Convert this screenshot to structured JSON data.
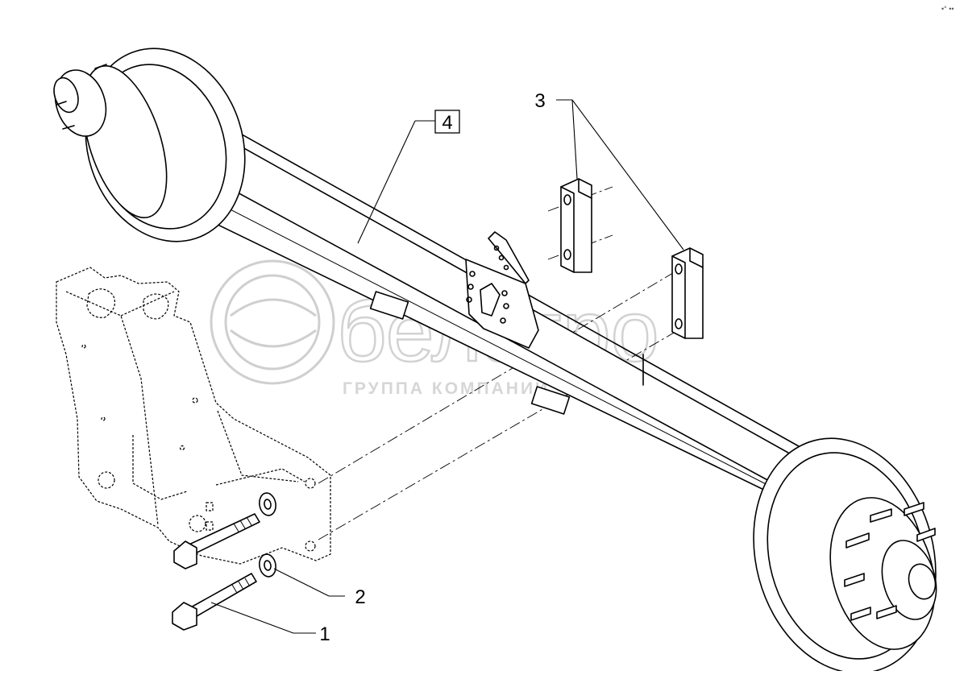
{
  "diagram": {
    "callouts": {
      "c1": "1",
      "c2": "2",
      "c3": "3",
      "c4": "4"
    },
    "watermark": {
      "brand": "белагро",
      "tagline": "ГРУППА КОМПАНИЙ"
    },
    "corner_mark": "•° ••"
  }
}
